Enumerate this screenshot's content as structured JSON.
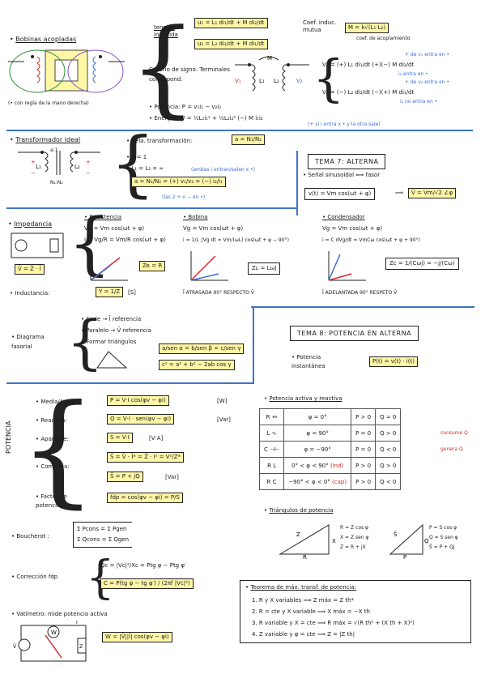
{
  "coupled": {
    "title": "Bobinas acopladas",
    "dot_note": "(• con regla de la mano derecha)",
    "tension_label": "tensión inducida",
    "eq1": "u₁ = L₁ di₁/dt + M di₂/dt",
    "eq2": "u₂ = L₂ di₂/dt + M di₁/dt",
    "coef_label": "Coef. induc. mutua",
    "coef_eq": "M = k√(L₁·L₂)",
    "coef_note": "coef. de acoplamiento",
    "criterio_label": "Criterio de signo: Terminales correspond.",
    "v1_eq": "V₁ = (+) L₁ di₁/dt (+)(−) M di₂/dt",
    "v2_eq": "V₂ = (−) L₂ di₂/dt (−)(+) M di₁/dt",
    "note_v1": "+ de v₁ entra en •",
    "note_i1": "i₁ entra en •",
    "note_v2": "+ de v₂ entra en •",
    "note_i2": "i₂ no entra en •",
    "potencia_eq": "Potencia: P = v₁i₁ − v₂i₂",
    "energia_eq": "Energía: W = ½L₁i₁² + ½L₂i₂² (−) M i₁i₂",
    "energia_note": "(+ si i entra x • y la otra sale)",
    "label_m": "M",
    "label_l1": "L₁",
    "label_l2": "L₂",
    "label_v1": "V₁",
    "label_v2": "V₂"
  },
  "transformer": {
    "title": "Transformador ideal",
    "ratio_label": "a:1",
    "n_label": "N₁:N₂",
    "relation_label": "Rela. transformación:",
    "relation_eq": "a = N₁/N₂",
    "k_eq": "k = 1",
    "l_eq": "L₁ = L₂ = ∞",
    "l_note": "(ambas i entran/salen x •)",
    "big_eq": "a = N₁/N₂ = (+) v₁/v₂ = (−) i₂/i₁",
    "big_note": "(las 2 + o − en •)",
    "label_l1": "L₁",
    "label_l2": "L₂"
  },
  "tema7": {
    "title": "TEMA 7: ALTERNA",
    "senal": "Señal sinusoidal ⟺ fasor",
    "eq_time": "v(t) = Vm cos(ωt + φ)",
    "eq_phasor": "V̄ = Vm/√2 ∠φ"
  },
  "impedance": {
    "title": "Impedancia",
    "eq": "V̄ = Z̄ · Ī",
    "resistencia": {
      "title": "Resistencia",
      "l1": "Vg = Vm cos(ωt + φ)",
      "l2": "i = Vg/R = Vm/R cos(ωt + φ)",
      "zr": "Zʀ = R"
    },
    "bobina": {
      "title": "Bobina",
      "l1": "Vg = Vm cos(ωt + φ)",
      "l2": "i = 1/L ∫Vg dt = Vm/(ωL) cos(ωt + φ − 90°)",
      "zl": "Zʟ = Lωj",
      "note": "Ī ATRASADA 90° RESPECTO V̄"
    },
    "condensador": {
      "title": "Condensador",
      "l1": "Vg = Vm cos(ωt + φ)",
      "l2": "i = C dVg/dt = VmCω cos(ωt + φ + 90°)",
      "zc": "Zᴄ = 1/(Cωj) = −j/(Cω)",
      "note": "Ī ADELANTADA 90° RESPETO V̄"
    }
  },
  "inductancia": {
    "label": "Inductancia:",
    "eq": "Y = 1/Z",
    "unit": "[S]"
  },
  "diagram": {
    "title": "Diagrama fasorial",
    "serie": "Serie → Ī referencia",
    "paralelo": "Paralelo → V̄ referencia",
    "triangulos": "Formar triángulos",
    "sine": "a/sen α = b/sen β = c/sen γ",
    "cosine": "c² = a² + b² − 2ab cos γ"
  },
  "tema8": {
    "title": "TEMA 8: POTENCIA EN ALTERNA",
    "inst_label": "Potencia instantánea",
    "inst_eq": "P(t) = v(t) · i(t)"
  },
  "potencia": {
    "side": "POTENCIA",
    "media_label": "Media/Activa:",
    "media_eq": "P = V·I cos(φv − φi)",
    "media_unit": "[W]",
    "reactiva_label": "Reactiva:",
    "reactiva_eq": "Q = V·I · sen(φv − φi)",
    "reactiva_unit": "[Var]",
    "aparente_label": "Aparente:",
    "aparente_eq": "S = V·I",
    "aparente_unit": "[V·A]",
    "compleja_label": "Compleja:",
    "compleja_eq1": "S̄ = V̄ · Ī* = Z̄ · I² = V²/Z*",
    "compleja_eq2": "S̄ = P + jQ",
    "compleja_unit": "[Var]",
    "fdp_label": "Factor de potencia:",
    "fdp_eq": "fdp = cos(φv − φi) = P/S"
  },
  "active_reactive": {
    "title": "Potencia activa y reactiva",
    "rows": [
      {
        "phi": "φ = 0°",
        "p": "P > 0",
        "q": "Q = 0",
        "note": ""
      },
      {
        "phi": "φ = 90°",
        "p": "P = 0",
        "q": "Q > 0",
        "note": "consume Q"
      },
      {
        "phi": "φ = −90°",
        "p": "P = 0",
        "q": "Q < 0",
        "note": "genera Q"
      },
      {
        "phi": "0° < φ < 90°",
        "p": "P > 0",
        "q": "Q > 0",
        "note": ""
      },
      {
        "phi": "−90° < φ < 0°",
        "p": "P > 0",
        "q": "Q < 0",
        "note": ""
      }
    ],
    "row4_sub": "(ind)",
    "row5_sub": "(cap)"
  },
  "triangles": {
    "title": "Triángulos de potencia",
    "z_eqs": [
      "R = Z cos φ",
      "X = Z sen φ",
      "Z = R + jX"
    ],
    "s_eqs": [
      "P = S cos φ",
      "Q = S sen φ",
      "S̄ = P + Qj"
    ],
    "x_label": "X",
    "r_label": "R",
    "z_label": "Z",
    "s_label": "S̄",
    "p_label": "P",
    "q_label": "Q"
  },
  "boucherot": {
    "label": "Boucherot",
    "eq1": "Σ Pcons = Σ Pgen",
    "eq2": "Σ Qcons = Σ Qgen"
  },
  "correction": {
    "label": "Corrección fdp",
    "eq1": "Qc = |Vc|²/Xc = Ptg φ − Ptg φ′",
    "eq2": "C = P(tg φ − tg φ′) / (2πf |Vc|²)"
  },
  "watt": {
    "label": "Vatímetro: mide potencia activa",
    "eq": "W = |V̄||Ī| cos(φv − φi)",
    "w_symbol": "W",
    "src_label": "V̄",
    "z_label": "Z",
    "i_label": "Ī"
  },
  "maxpower": {
    "title": "Teorema de máx. transf. de potencia:",
    "items": [
      "1. R y X variables ⟹ Z máx = Z th*",
      "2. R = cte y X variable ⟹ X máx = −X th",
      "3. R variable y X = cte ⟹ R máx = √(R th² + (X th + X)²)",
      "4. Z variable y φ = cte ⟹ Z = |Z th|"
    ]
  },
  "colors": {
    "accent_blue": "#3f74c7",
    "red": "#d42a2a",
    "highlight": "#fff7a6",
    "green": "#2f8f3a"
  }
}
